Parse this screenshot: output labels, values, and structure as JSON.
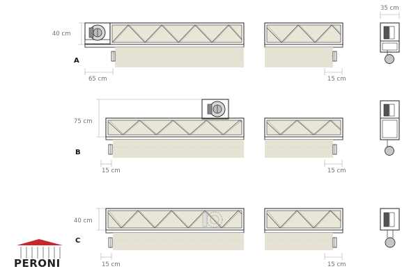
{
  "colors": {
    "frame": "#333333",
    "screen_fabric": "#e5e2d3",
    "truss_fill": "#e9e6d8",
    "dimension": "#a8a8a8",
    "logo_red": "#c8262b"
  },
  "rows": [
    {
      "id": "A",
      "label": "A",
      "height_label": "40 cm",
      "left_margin_label": "65 cm",
      "right_margin_label": "15 cm",
      "motor": "inside-left"
    },
    {
      "id": "B",
      "label": "B",
      "height_label": "75 cm",
      "left_margin_label": "15 cm",
      "right_margin_label": "15 cm",
      "motor": "on-top"
    },
    {
      "id": "C",
      "label": "C",
      "height_label": "40 cm",
      "left_margin_label": "15 cm",
      "right_margin_label": "15 cm",
      "motor": "inside-truss"
    }
  ],
  "side_view": {
    "width_label": "35 cm"
  },
  "logo": {
    "text": "PERONI",
    "icon": "tent-roof-logo-icon"
  }
}
